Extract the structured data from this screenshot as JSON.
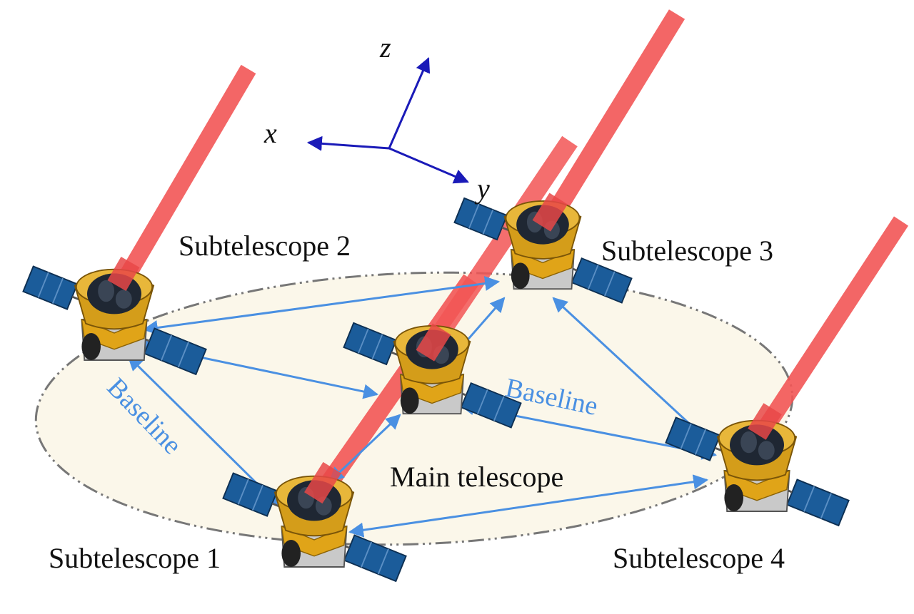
{
  "labels": {
    "sub1": "Subtelescope 1",
    "sub2": "Subtelescope 2",
    "sub3": "Subtelescope 3",
    "sub4": "Subtelescope 4",
    "main": "Main telescope",
    "baseline_left": "Baseline",
    "baseline_right": "Baseline"
  },
  "axes": {
    "x": "x",
    "y": "y",
    "z": "z"
  },
  "colors": {
    "beam": "#f25555",
    "link": "#4a90e2",
    "axis": "#1a1ab8",
    "panel": "#1b5c9a",
    "body": "#e0a418",
    "ellipse_fill": "#fbf7ea",
    "ellipse_stroke": "#777777"
  }
}
